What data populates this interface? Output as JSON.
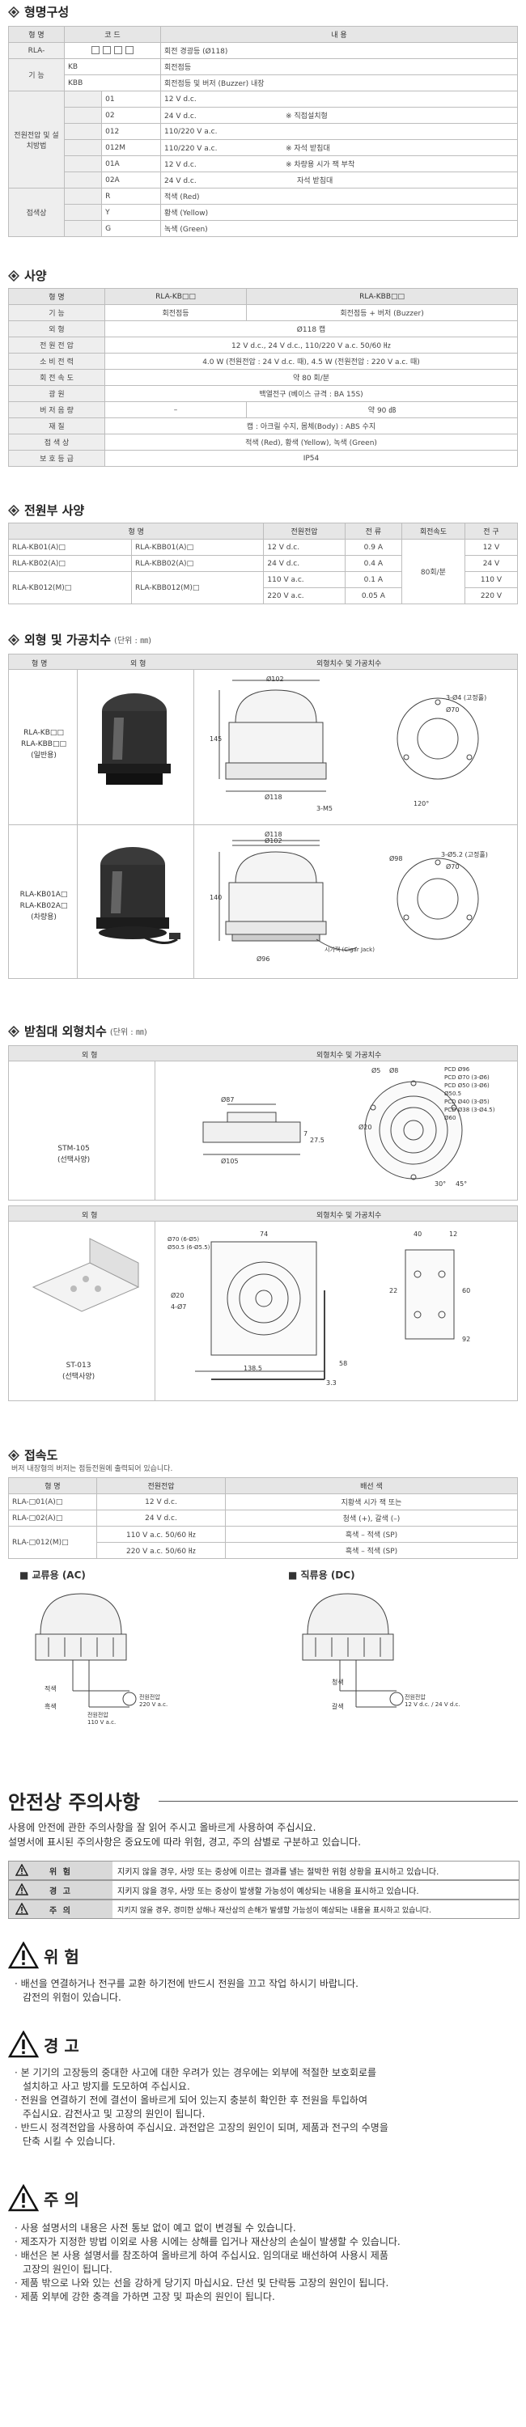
{
  "s1": {
    "title": "형명구성",
    "h_model": "형 명",
    "h_code": "코 드",
    "h_content": "내 용",
    "rla": "RLA-",
    "rotate": "회전 경광등 (Ø118)",
    "func": "기 능",
    "kb": "KB",
    "kb_desc": "회전점등",
    "kbb": "KBB",
    "kbb_desc": "회전점등 및 버저 (Buzzer) 내장",
    "volt_label": "전원전압 및 설치방법",
    "rows": [
      {
        "code": "01",
        "desc": "12 V d.c."
      },
      {
        "code": "02",
        "desc": "24 V d.c."
      },
      {
        "code": "012",
        "desc": "110/220 V a.c."
      },
      {
        "code": "012M",
        "desc": "110/220 V a.c."
      },
      {
        "code": "01A",
        "desc": "12 V d.c."
      },
      {
        "code": "02A",
        "desc": "24 V d.c."
      }
    ],
    "note_direct": "※ 직접설치형",
    "note_mag": "※ 자석 받침대",
    "note_car1": "※ 차량용 시가 잭 부착",
    "note_car2": "자석 받침대",
    "color_label": "접색상",
    "colors": [
      {
        "code": "R",
        "desc": "적색 (Red)"
      },
      {
        "code": "Y",
        "desc": "황색 (Yellow)"
      },
      {
        "code": "G",
        "desc": "녹색 (Green)"
      }
    ]
  },
  "s2": {
    "title": "사양",
    "h_model": "형 명",
    "h_kb": "RLA-KB□□",
    "h_kbb": "RLA-KBB□□",
    "rows": [
      {
        "k": "기 능",
        "a": "회전점등",
        "b": "회전점등 + 버저 (Buzzer)"
      },
      {
        "k": "외 형",
        "v": "Ø118 캡"
      },
      {
        "k": "전 원 전 압",
        "v": "12 V d.c., 24 V d.c., 110/220 V a.c. 50/60 ㎐"
      },
      {
        "k": "소 비 전 력",
        "v": "4.0 W (전원전압 : 24 V d.c. 때), 4.5 W (전원전압 : 220 V a.c. 때)"
      },
      {
        "k": "회 전 속 도",
        "v": "약 80 회/분"
      },
      {
        "k": "광 원",
        "v": "백열전구 (베이스 규격 : BA 15S)"
      },
      {
        "k": "버 저 음 량",
        "a": "–",
        "b": "약 90 ㏈"
      },
      {
        "k": "재 질",
        "v": "캡 : 아크릴 수지, 몸체(Body) : ABS 수지"
      },
      {
        "k": "접 색 상",
        "v": "적색 (Red), 황색 (Yellow), 녹색 (Green)"
      },
      {
        "k": "보 호 등 급",
        "v": "IP54"
      }
    ]
  },
  "s3": {
    "title": "전원부 사양",
    "h_model": "형 명",
    "h_volt": "전원전압",
    "h_cur": "전 류",
    "h_speed": "회전속도",
    "h_bulb": "전 구",
    "rows": [
      {
        "a": "RLA-KB01(A)□",
        "b": "RLA-KBB01(A)□",
        "v": "12 V d.c.",
        "c": "0.9 A",
        "bulb": "12 V"
      },
      {
        "a": "RLA-KB02(A)□",
        "b": "RLA-KBB02(A)□",
        "v": "24 V d.c.",
        "c": "0.4 A",
        "bulb": "24 V"
      },
      {
        "a": "RLA-KB012(M)□",
        "b": "RLA-KBB012(M)□",
        "v": "110 V a.c.",
        "c": "0.1 A",
        "bulb": "110 V"
      },
      {
        "a": "",
        "b": "",
        "v": "220 V a.c.",
        "c": "0.05 A",
        "bulb": "220 V"
      }
    ],
    "speed": "80회/분"
  },
  "s4": {
    "title": "외형 및 가공치수",
    "unit": "(단위 : ㎜)",
    "h_model": "형 명",
    "h_shape": "외 형",
    "h_dim": "외형치수 및 가공치수",
    "m1a": "RLA-KB□□",
    "m1b": "RLA-KBB□□",
    "m1c": "(일반용)",
    "m2a": "RLA-KB01A□",
    "m2b": "RLA-KB02A□",
    "m2c": "(차량용)",
    "d_102": "Ø102",
    "d_118": "Ø118",
    "d_145": "145",
    "d_3m5": "3-M5",
    "d_3hole": "3-Ø4 (고정홀)",
    "d_70": "Ø70",
    "d_120": "120°",
    "d_118b": "Ø118",
    "d_102b": "Ø102",
    "d_140": "140",
    "d_98": "Ø98",
    "d_96": "Ø96",
    "d_3hole2": "3-Ø5.2 (고정홀)",
    "d_70b": "Ø70",
    "d_cig": "시가잭 (Cigar Jack)"
  },
  "s5": {
    "title": "받침대 외형치수",
    "unit": "(단위 : ㎜)",
    "h_model": "외 형",
    "h_dim": "외형치수 및 가공치수",
    "m1": "STM-105",
    "m1b": "(선택사양)",
    "m2": "ST-013",
    "m2b": "(선택사양)",
    "d1": [
      "Ø87",
      "Ø105",
      "7",
      "27.5",
      "Ø20",
      "Ø5",
      "Ø8",
      "Ø50.5",
      "Ø60",
      "PCD Ø96",
      "PCD Ø70 (3-Ø6)",
      "PCD Ø50 (3-Ø6)",
      "PCD Ø40 (3-Ø5)",
      "PCD Ø38 (3-Ø4.5)",
      "30°",
      "45°"
    ],
    "d2": [
      "Ø70 (6-Ø5)",
      "Ø50.5 (6-Ø5.5)",
      "4-Ø7",
      "74",
      "Ø20",
      "138.5",
      "3.3",
      "58",
      "40",
      "12",
      "22",
      "60",
      "92"
    ]
  },
  "s6": {
    "title": "접속도",
    "note": "버저 내장형의 버저는 점등전원에 출력되어 있습니다.",
    "h_model": "형 명",
    "h_volt": "전원전압",
    "h_wire": "배선 색",
    "rows": [
      {
        "m": "RLA-□01(A)□",
        "v": "12 V d.c.",
        "w": "지황색 시가 잭 또는"
      },
      {
        "m": "RLA-□02(A)□",
        "v": "24 V d.c.",
        "w": "청색 (+), 갈색 (–)"
      },
      {
        "m": "RLA-□012(M)□",
        "v": "110 V a.c. 50/60 ㎐",
        "w": "흑색 – 적색 (SP)"
      },
      {
        "m": "",
        "v": "220 V a.c. 50/60 ㎐",
        "w": "흑색 – 적색 (SP)"
      }
    ],
    "ac": "교류용 (AC)",
    "dc": "직류용 (DC)",
    "ac_l1": "적색",
    "ac_l2": "흑색",
    "ac_l3": "전원전압",
    "ac_l4": "220 V a.c.",
    "ac_l5": "전원전압",
    "ac_l6": "110 V a.c.",
    "dc_l1": "청색",
    "dc_l2": "갈색",
    "dc_l3": "전원전압",
    "dc_l4": "12 V d.c. / 24 V d.c."
  },
  "safety": {
    "title": "안전상 주의사항",
    "intro1": "사용에 안전에 관한 주의사항을 잘 읽어 주시고 올바르게 사용하여 주십시요.",
    "intro2": "설명서에 표시된 주의사항은 중요도에 따라 위험, 경고, 주의 삼별로 구분하고 있습니다.",
    "rows": [
      {
        "lab": "위 험",
        "txt": "지키지 않을 경우, 사망 또는 중상에 이르는 결과를 낼는 절박한 위험 상황을 표시하고 있습니다."
      },
      {
        "lab": "경 고",
        "txt": "지키지 않을 경우, 사망 또는 중상이 발생할 가능성이 예상되는 내용을 표시하고 있습니다."
      },
      {
        "lab": "주 의",
        "txt": "지키지 않을 경우, 경미한 상해나 재산상의 손해가 발생할 가능성이 예상되는 내용을 표시하고 있습니다."
      }
    ],
    "danger": "위 험",
    "danger_items": [
      "· 배선을 연결하거나 전구를 교환 하기전에 반드시 전원을 끄고 작업 하시기 바랍니다.",
      "  감전의 위험이 있습니다."
    ],
    "warning": "경 고",
    "warning_items": [
      "· 본 기기의 고장등의 중대한 사고에 대한 우려가 있는 경우에는 외부에 적절한 보호회로를",
      "  설치하고 사고 방지를 도모하여 주십시요.",
      "· 전원을 연결하기 전에 결선이 올바르게 되어 있는지 충분히 확인한 후 전원을 투입하여",
      "  주십시요. 감전사고 및 고장의 원인이 됩니다.",
      "· 반드시 정격전압을 사용하여 주십시요. 과전압은 고장의 원인이 되며, 제품과 전구의 수명을",
      "  단축 시킬 수 있습니다."
    ],
    "caution": "주 의",
    "caution_items": [
      "· 사용 설명서의 내용은 사전 통보 없이 예고 없이 변경될 수 있습니다.",
      "· 제조자가 지정한 방법 이외로 사용 시에는 상해를 입거나 재산상의 손실이 발생할 수 있습니다.",
      "· 배선은 본 사용 설명서를 참조하여 올바르게 하여 주십시요. 임의대로 배선하여 사용시 제품",
      "  고장의 원인이 됩니다.",
      "· 제품 밖으로 나와 있는 선을 강하게 당기지 마십시요. 단선 및 단락등 고장의 원인이 됩니다.",
      "· 제품 외부에 강한 충격을 가하면 고장 및 파손의 원인이 됩니다."
    ]
  }
}
